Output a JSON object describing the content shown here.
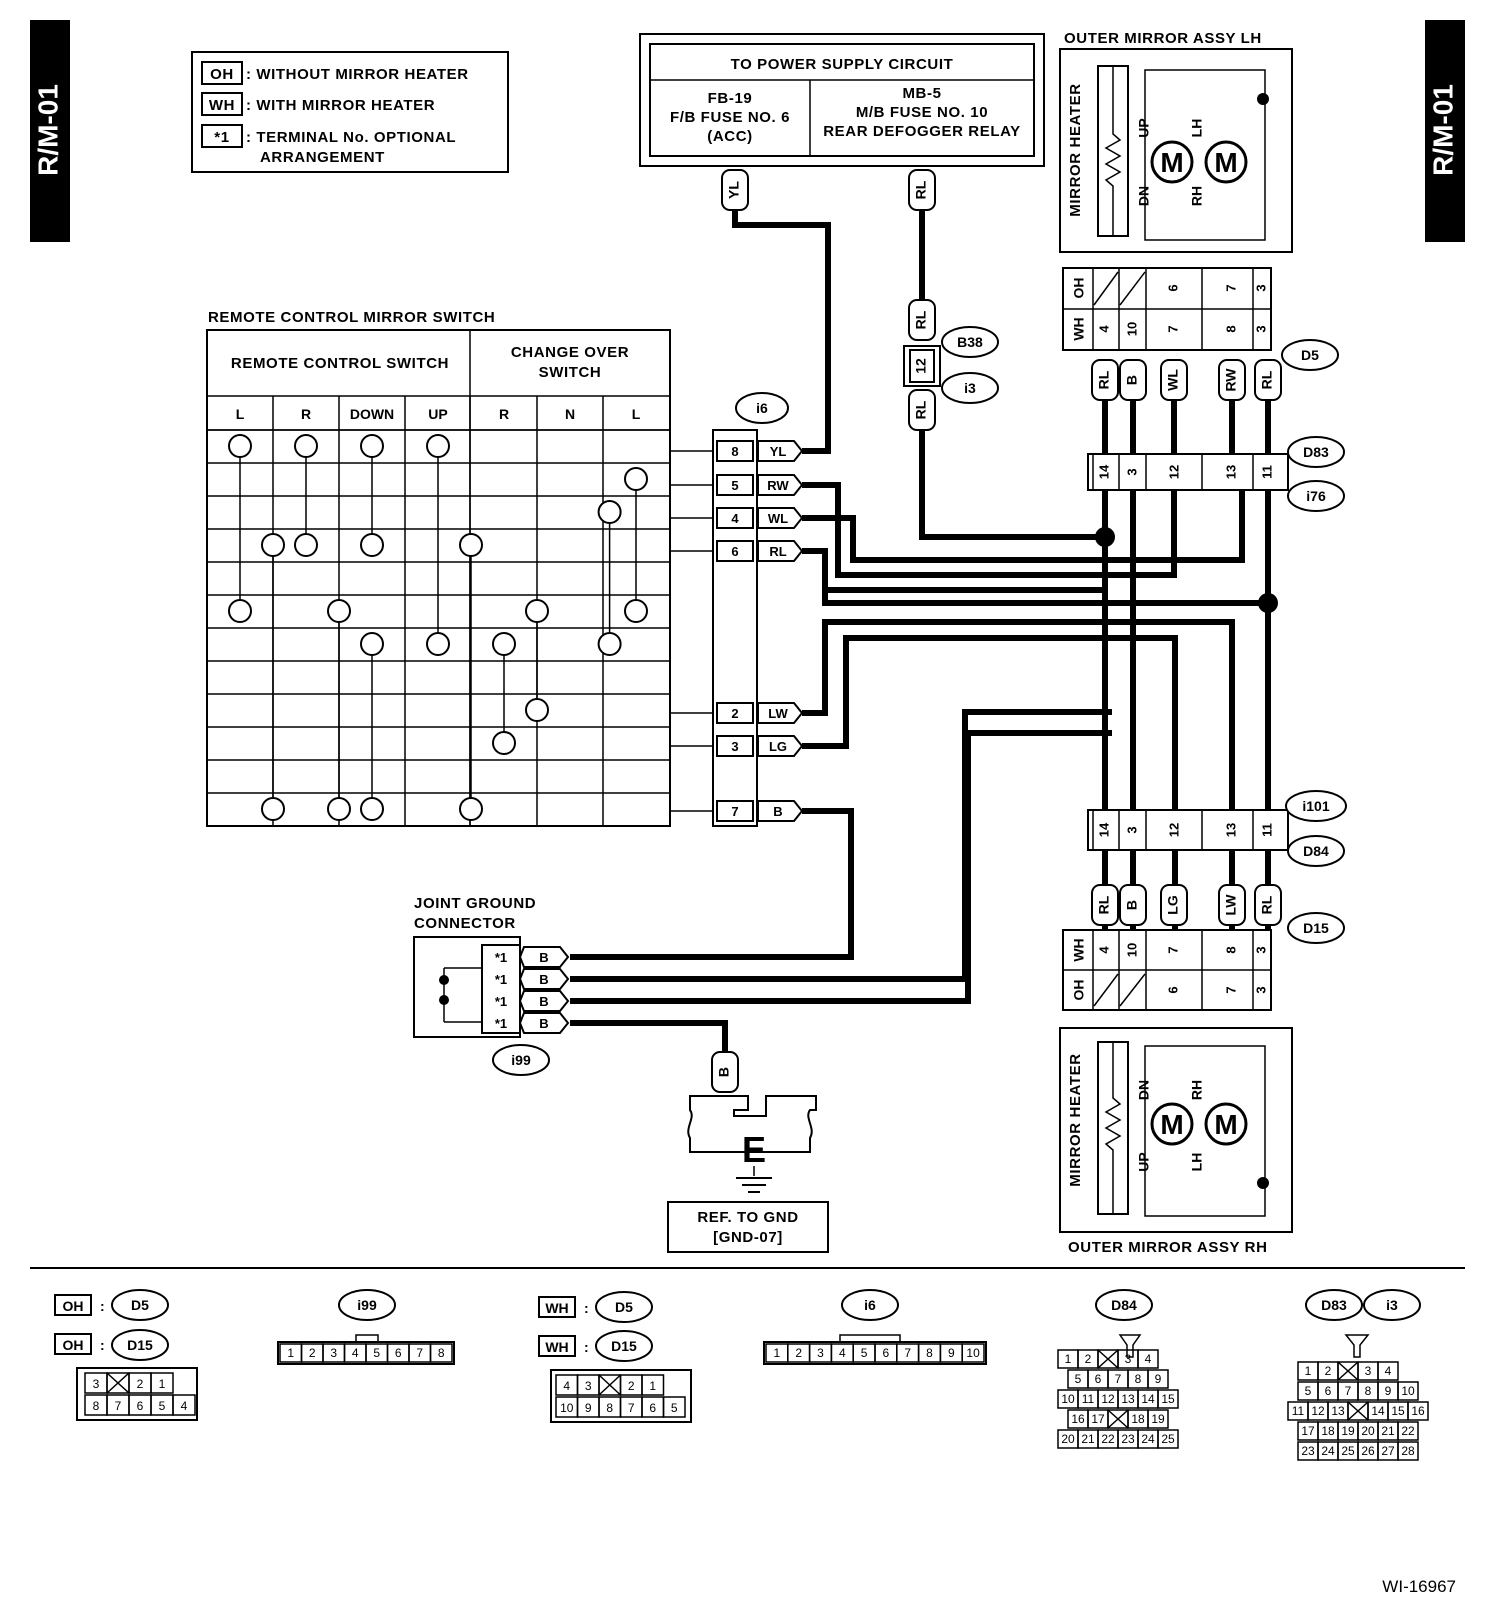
{
  "page_tab_left": "R/M-01",
  "page_tab_right": "R/M-01",
  "legend": {
    "oh_code": "OH",
    "oh_text": ": WITHOUT MIRROR HEATER",
    "wh_code": "WH",
    "wh_text": ": WITH MIRROR HEATER",
    "star_code": "*1",
    "star_text_1": ": TERMINAL No. OPTIONAL",
    "star_text_2": "ARRANGEMENT"
  },
  "power_supply": {
    "title": "TO POWER SUPPLY CIRCUIT",
    "fb_1": "FB-19",
    "fb_2": "F/B FUSE NO. 6",
    "fb_3": "(ACC)",
    "mb_1": "MB-5",
    "mb_2": "M/B FUSE NO. 10",
    "mb_3": "REAR DEFOGGER RELAY"
  },
  "mirror_switch": {
    "title": "REMOTE CONTROL MIRROR SWITCH",
    "remote_header": "REMOTE CONTROL SWITCH",
    "change_header_1": "CHANGE OVER",
    "change_header_2": "SWITCH",
    "columns": [
      "L",
      "R",
      "DOWN",
      "UP",
      "R",
      "N",
      "L"
    ]
  },
  "connector_i6": {
    "name": "i6",
    "pins": [
      {
        "num": "8",
        "color": "YL"
      },
      {
        "num": "5",
        "color": "RW"
      },
      {
        "num": "4",
        "color": "WL"
      },
      {
        "num": "6",
        "color": "RL"
      },
      {
        "num": "2",
        "color": "LW"
      },
      {
        "num": "3",
        "color": "LG"
      },
      {
        "num": "7",
        "color": "B"
      }
    ]
  },
  "wire_labels": {
    "yl": "YL",
    "rl_top": "RL",
    "rl_b38a": "RL",
    "b38_pin": "12",
    "rl_b38b": "RL",
    "b38": "B38",
    "i3": "i3",
    "ground_b": "B"
  },
  "mirror_lh": {
    "title": "OUTER MIRROR ASSY LH",
    "heater": "MIRROR HEATER",
    "up": "UP",
    "dn": "DN",
    "lh": "LH",
    "rh": "RH",
    "motor": "M"
  },
  "mirror_rh": {
    "title": "OUTER MIRROR ASSY RH",
    "heater": "MIRROR HEATER",
    "up": "UP",
    "dn": "DN",
    "lh": "LH",
    "rh": "RH",
    "motor": "M"
  },
  "connector_d5": {
    "name": "D5",
    "oh": "OH",
    "wh": "WH",
    "oh_pins": [
      "6",
      "7",
      "3"
    ],
    "wh_pins": [
      "4",
      "10",
      "7",
      "8",
      "3"
    ],
    "wires": [
      "RL",
      "B",
      "WL",
      "RW",
      "RL"
    ]
  },
  "connector_d83": {
    "name": "D83",
    "alt": "i76",
    "pins": [
      "14",
      "3",
      "12",
      "13",
      "11"
    ]
  },
  "connector_d84": {
    "name": "D84",
    "alt": "i101",
    "pins": [
      "14",
      "3",
      "12",
      "13",
      "11"
    ]
  },
  "connector_d15": {
    "name": "D15",
    "oh": "OH",
    "wh": "WH",
    "wires": [
      "RL",
      "B",
      "LG",
      "LW",
      "RL"
    ],
    "wh_pins": [
      "4",
      "10",
      "7",
      "8",
      "3"
    ],
    "oh_pins": [
      "6",
      "7",
      "3"
    ]
  },
  "joint_ground": {
    "title_1": "JOINT GROUND",
    "title_2": "CONNECTOR",
    "name": "i99",
    "pin": "*1",
    "wire": "B"
  },
  "ground": {
    "letter": "E",
    "ref_1": "REF. TO GND",
    "ref_2": "[GND-07]"
  },
  "connector_views": {
    "oh": "OH",
    "wh": "WH",
    "d5": "D5",
    "d15": "D15",
    "i99": "i99",
    "i6": "i6",
    "d84": "D84",
    "d83": "D83",
    "i3": "i3",
    "oh_grid": [
      [
        "3",
        "",
        "2",
        "1"
      ],
      [
        "8",
        "7",
        "6",
        "5",
        "4"
      ]
    ],
    "i99_pins": [
      "1",
      "2",
      "3",
      "4",
      "5",
      "6",
      "7",
      "8"
    ],
    "wh_grid": [
      [
        "4",
        "3",
        "",
        "2",
        "1"
      ],
      [
        "10",
        "9",
        "8",
        "7",
        "6",
        "5"
      ]
    ],
    "i6_pins": [
      "1",
      "2",
      "3",
      "4",
      "5",
      "6",
      "7",
      "8",
      "9",
      "10"
    ],
    "d84_rows": [
      [
        "1",
        "2",
        "",
        "3",
        "4"
      ],
      [
        "5",
        "6",
        "7",
        "8",
        "9"
      ],
      [
        "10",
        "11",
        "12",
        "13",
        "14",
        "15"
      ],
      [
        "16",
        "17",
        "",
        "18",
        "19"
      ],
      [
        "20",
        "21",
        "22",
        "23",
        "24",
        "25"
      ]
    ],
    "d83_rows": [
      [
        "1",
        "2",
        "",
        "3",
        "4"
      ],
      [
        "5",
        "6",
        "7",
        "8",
        "9",
        "10"
      ],
      [
        "11",
        "12",
        "13",
        "",
        "14",
        "15",
        "16"
      ],
      [
        "17",
        "18",
        "19",
        "20",
        "21",
        "22"
      ],
      [
        "23",
        "24",
        "25",
        "26",
        "27",
        "28"
      ]
    ]
  },
  "figure_id": "WI-16967"
}
